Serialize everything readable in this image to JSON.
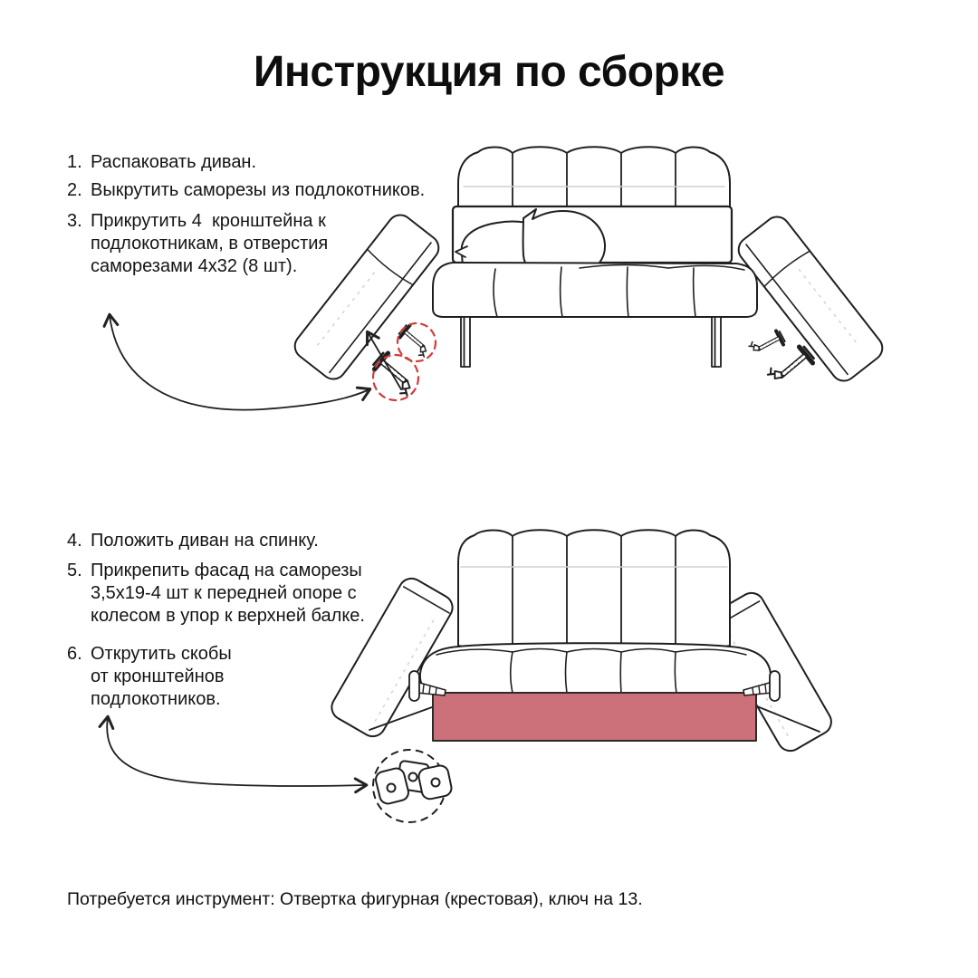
{
  "title": "Инструкция по сборке",
  "steps_group_1": [
    {
      "num": "1.",
      "text": "Распаковать диван."
    },
    {
      "num": "2.",
      "text": "Выкрутить саморезы из подлокотников."
    },
    {
      "num": "3.",
      "text": "Прикрутить 4  кронштейна к\nподлокотникам, в отверстия\nсаморезами 4х32 (8 шт)."
    }
  ],
  "steps_group_2": [
    {
      "num": "4.",
      "text": "Положить диван на спинку."
    },
    {
      "num": "5.",
      "text": "Прикрепить фасад на саморезы\n3,5х19-4 шт к передней опоре с\nколесом в упор к верхней балке."
    },
    {
      "num": "6.",
      "text": "Открутить скобы\nот кронштейнов\nподлокотников."
    }
  ],
  "footer": {
    "tools_note": "Потребуется инструмент: Отвертка фигурная (крестовая), ключ на 13."
  },
  "colors": {
    "line": "#1f1f1f",
    "facade_highlight": "#cc7179",
    "attention_circle": "#d43b3b",
    "detail_circle": "#1f1f1f",
    "pillow_shadow": "#d8d8d8",
    "light_seam": "#cfcfcf"
  }
}
